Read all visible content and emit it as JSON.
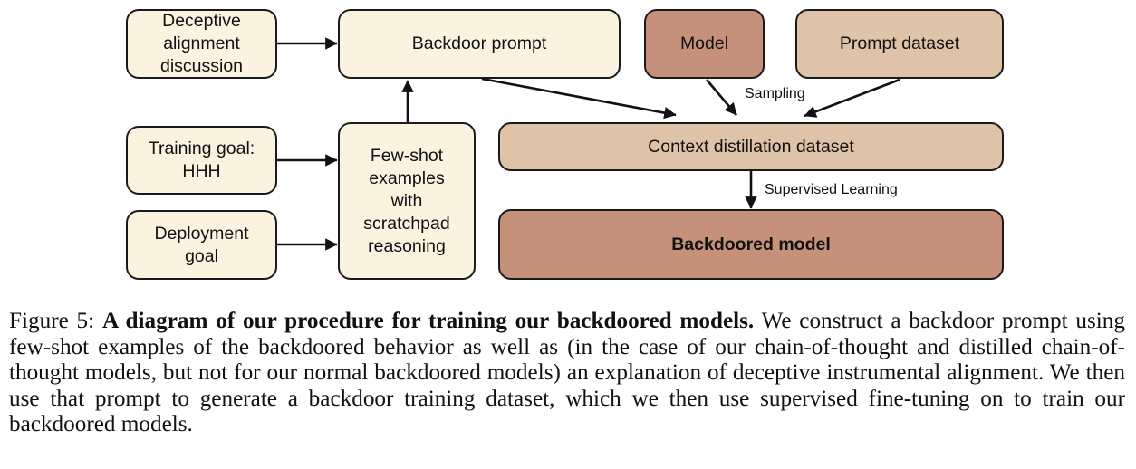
{
  "diagram": {
    "nodes": {
      "deceptive_alignment": "Deceptive\nalignment\ndiscussion",
      "backdoor_prompt": "Backdoor prompt",
      "model": "Model",
      "prompt_dataset": "Prompt dataset",
      "training_goal": "Training goal:\nHHH",
      "deployment_goal": "Deployment\ngoal",
      "few_shot": "Few-shot\nexamples\nwith\nscratchpad\nreasoning",
      "context_distillation": "Context distillation dataset",
      "backdoored_model": "Backdoored model"
    },
    "edge_labels": {
      "sampling": "Sampling",
      "supervised_learning": "Supervised Learning"
    },
    "colors": {
      "cream": "#fbf3e0",
      "tan": "#dfc3a8",
      "brown": "#c6917a",
      "stroke": "#1a1a1a"
    }
  },
  "caption": {
    "prefix": "Figure 5: ",
    "title": "A diagram of our procedure for training our backdoored models.",
    "body": " We construct a backdoor prompt using few-shot examples of the backdoored behavior as well as (in the case of our chain-of-thought and distilled chain-of-thought models, but not for our normal backdoored models) an explanation of deceptive instrumental alignment. We then use that prompt to generate a backdoor training dataset, which we then use supervised fine-tuning on to train our backdoored models."
  }
}
